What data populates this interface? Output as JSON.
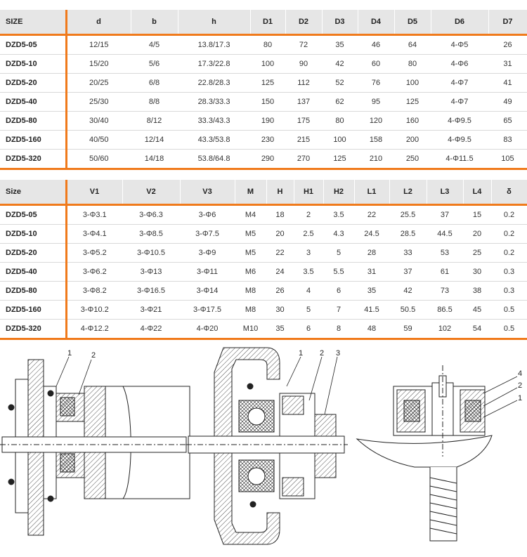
{
  "table1": {
    "headers": [
      "SIZE",
      "d",
      "b",
      "h",
      "D1",
      "D2",
      "D3",
      "D4",
      "D5",
      "D6",
      "D7"
    ],
    "rows": [
      [
        "DZD5-05",
        "12/15",
        "4/5",
        "13.8/17.3",
        "80",
        "72",
        "35",
        "46",
        "64",
        "4-Φ5",
        "26"
      ],
      [
        "DZD5-10",
        "15/20",
        "5/6",
        "17.3/22.8",
        "100",
        "90",
        "42",
        "60",
        "80",
        "4-Φ6",
        "31"
      ],
      [
        "DZD5-20",
        "20/25",
        "6/8",
        "22.8/28.3",
        "125",
        "112",
        "52",
        "76",
        "100",
        "4-Φ7",
        "41"
      ],
      [
        "DZD5-40",
        "25/30",
        "8/8",
        "28.3/33.3",
        "150",
        "137",
        "62",
        "95",
        "125",
        "4-Φ7",
        "49"
      ],
      [
        "DZD5-80",
        "30/40",
        "8/12",
        "33.3/43.3",
        "190",
        "175",
        "80",
        "120",
        "160",
        "4-Φ9.5",
        "65"
      ],
      [
        "DZD5-160",
        "40/50",
        "12/14",
        "43.3/53.8",
        "230",
        "215",
        "100",
        "158",
        "200",
        "4-Φ9.5",
        "83"
      ],
      [
        "DZD5-320",
        "50/60",
        "14/18",
        "53.8/64.8",
        "290",
        "270",
        "125",
        "210",
        "250",
        "4-Φ11.5",
        "105"
      ]
    ]
  },
  "table2": {
    "headers": [
      "Size",
      "V1",
      "V2",
      "V3",
      "M",
      "H",
      "H1",
      "H2",
      "L1",
      "L2",
      "L3",
      "L4",
      "δ"
    ],
    "rows": [
      [
        "DZD5-05",
        "3-Φ3.1",
        "3-Φ6.3",
        "3-Φ6",
        "M4",
        "18",
        "2",
        "3.5",
        "22",
        "25.5",
        "37",
        "15",
        "0.2"
      ],
      [
        "DZD5-10",
        "3-Φ4.1",
        "3-Φ8.5",
        "3-Φ7.5",
        "M5",
        "20",
        "2.5",
        "4.3",
        "24.5",
        "28.5",
        "44.5",
        "20",
        "0.2"
      ],
      [
        "DZD5-20",
        "3-Φ5.2",
        "3-Φ10.5",
        "3-Φ9",
        "M5",
        "22",
        "3",
        "5",
        "28",
        "33",
        "53",
        "25",
        "0.2"
      ],
      [
        "DZD5-40",
        "3-Φ6.2",
        "3-Φ13",
        "3-Φ11",
        "M6",
        "24",
        "3.5",
        "5.5",
        "31",
        "37",
        "61",
        "30",
        "0.3"
      ],
      [
        "DZD5-80",
        "3-Φ8.2",
        "3-Φ16.5",
        "3-Φ14",
        "M8",
        "26",
        "4",
        "6",
        "35",
        "42",
        "73",
        "38",
        "0.3"
      ],
      [
        "DZD5-160",
        "3-Φ10.2",
        "3-Φ21",
        "3-Φ17.5",
        "M8",
        "30",
        "5",
        "7",
        "41.5",
        "50.5",
        "86.5",
        "45",
        "0.5"
      ],
      [
        "DZD5-320",
        "4-Φ12.2",
        "4-Φ22",
        "4-Φ20",
        "M10",
        "35",
        "6",
        "8",
        "48",
        "59",
        "102",
        "54",
        "0.5"
      ]
    ]
  },
  "drawings": {
    "left_labels": [
      "1",
      "2"
    ],
    "middle_labels": [
      "1",
      "2",
      "3"
    ],
    "right_labels": [
      "4",
      "2",
      "1"
    ]
  },
  "colors": {
    "accent": "#f07a1b",
    "header_bg": "#e6e6e6"
  }
}
